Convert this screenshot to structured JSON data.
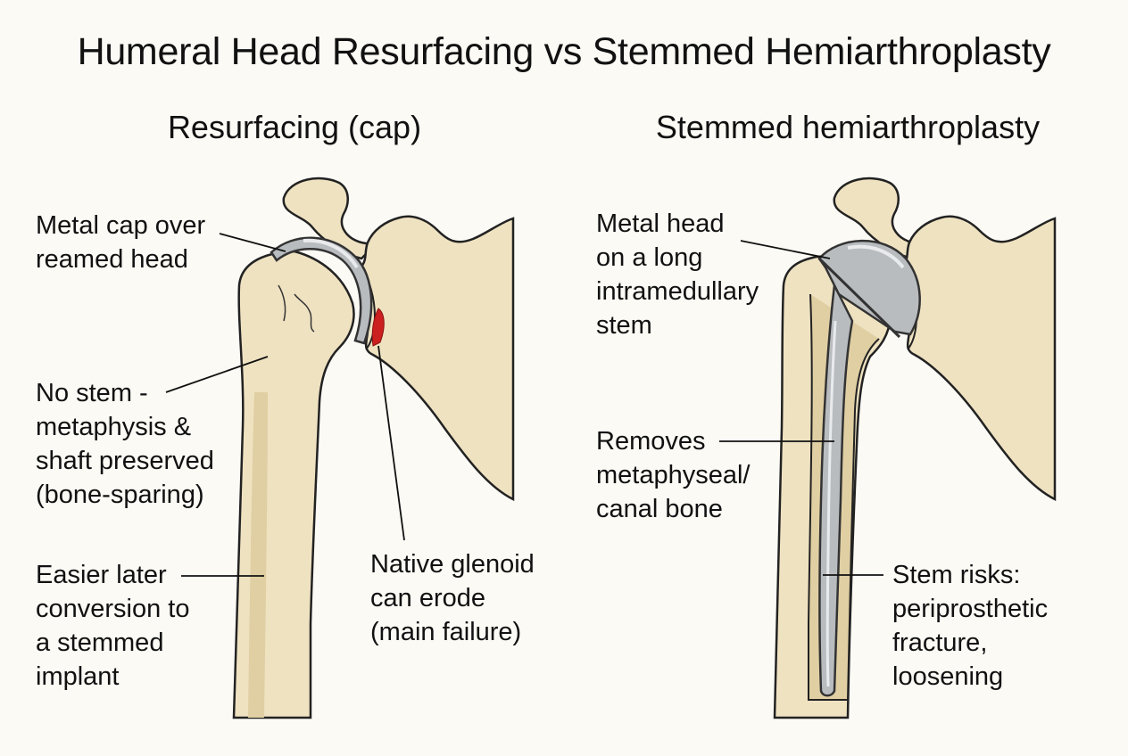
{
  "title": "Humeral Head Resurfacing vs Stemmed Hemiarthroplasty",
  "panels": [
    {
      "heading": "Resurfacing (cap)",
      "labels": [
        [
          "Metal cap over",
          "reamed head"
        ],
        [
          "No stem -",
          "metaphysis &",
          "shaft preserved",
          "(bone-sparing)"
        ],
        [
          "Easier later",
          "conversion to",
          "a stemmed",
          "implant"
        ],
        [
          "Native glenoid",
          "can erode",
          "(main failure)"
        ]
      ]
    },
    {
      "heading": "Stemmed hemiarthroplasty",
      "labels": [
        [
          "Metal head",
          "on a long",
          "intramedullary",
          "stem"
        ],
        [
          "Removes",
          "metaphyseal/",
          "canal bone"
        ],
        [
          "Stem risks:",
          "periprosthetic",
          "fracture,",
          "loosening"
        ]
      ]
    }
  ],
  "colors": {
    "bone": "#efe2c1",
    "bone_shade": "#e0cfa3",
    "metal": "#b9bcbf",
    "metal_dark": "#8e9296",
    "erosion": "#cc2020"
  }
}
